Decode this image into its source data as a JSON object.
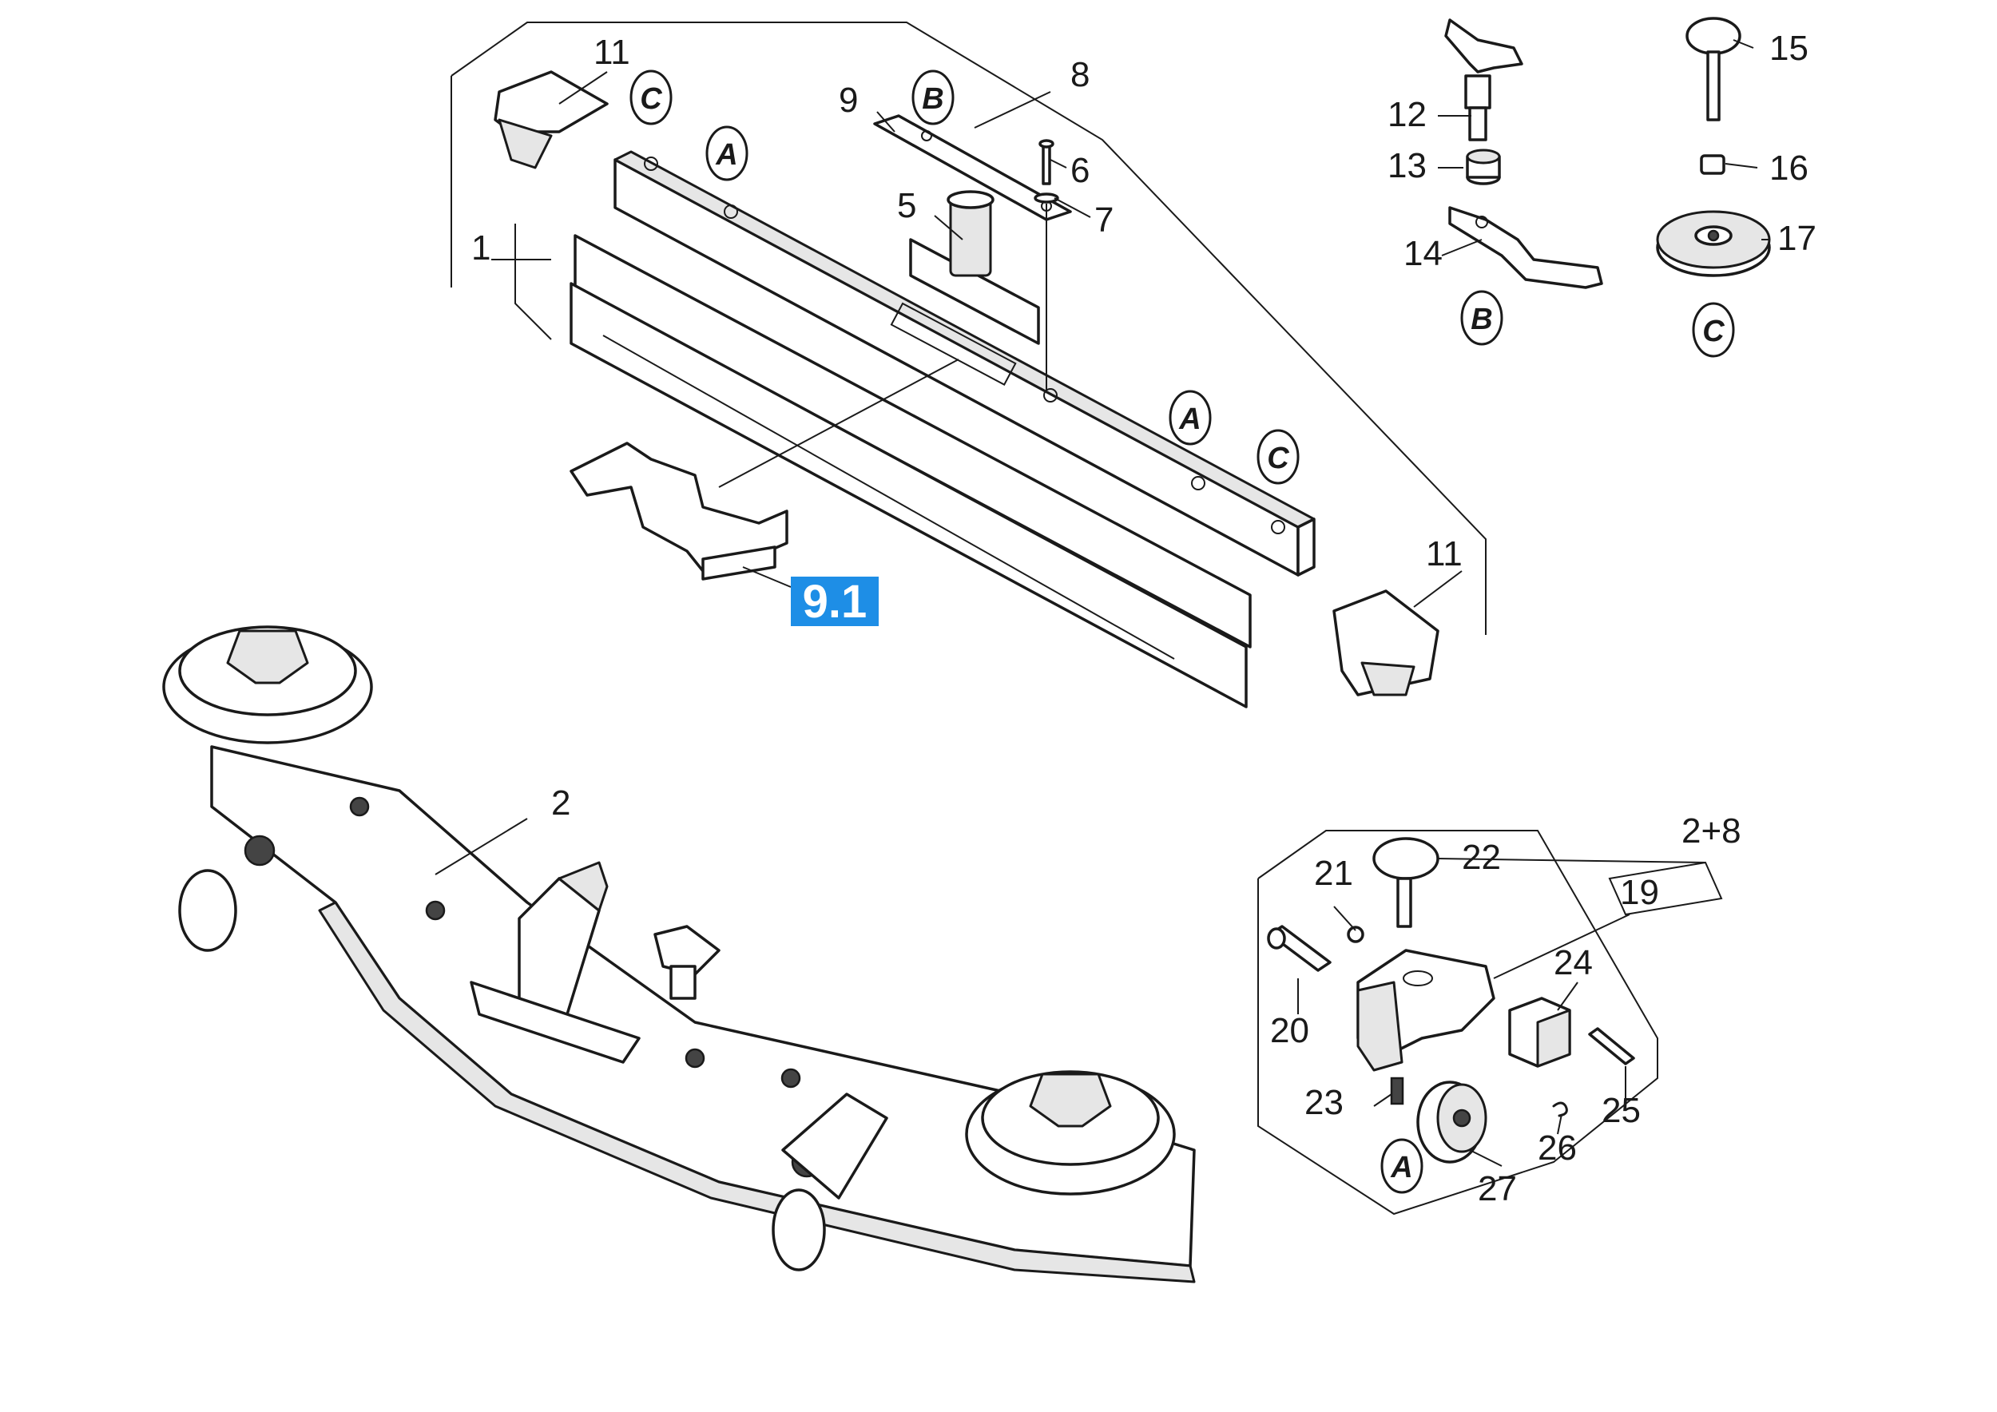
{
  "diagram": {
    "part_numbers": [
      "1",
      "2",
      "5",
      "6",
      "7",
      "8",
      "9",
      "11",
      "11",
      "12",
      "13",
      "14",
      "15",
      "16",
      "17",
      "19",
      "20",
      "21",
      "22",
      "23",
      "24",
      "25",
      "26",
      "27"
    ],
    "reference_letters": [
      "A",
      "B",
      "C"
    ],
    "highlight_label": "9.1",
    "group_label": "2+8",
    "highlight_color": "#1e8ee6"
  }
}
